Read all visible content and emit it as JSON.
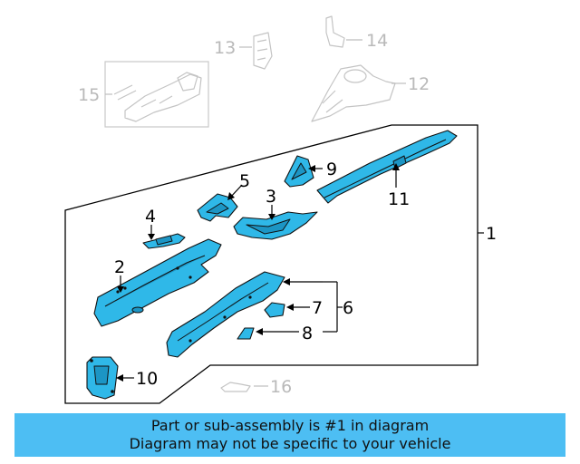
{
  "callouts": {
    "c1": "1",
    "c2": "2",
    "c3": "3",
    "c4": "4",
    "c5": "5",
    "c6": "6",
    "c7": "7",
    "c8": "8",
    "c9": "9",
    "c10": "10",
    "c11": "11",
    "c12": "12",
    "c13": "13",
    "c14": "14",
    "c15": "15",
    "c16": "16"
  },
  "banner": {
    "line1": "Part or sub-assembly is #1 in diagram",
    "line2": "Diagram may not be specific to your vehicle"
  },
  "colors": {
    "part_fill": "#2fb8e8",
    "banner_bg": "#4dbef3",
    "ghost_line": "#c4c4c4"
  }
}
